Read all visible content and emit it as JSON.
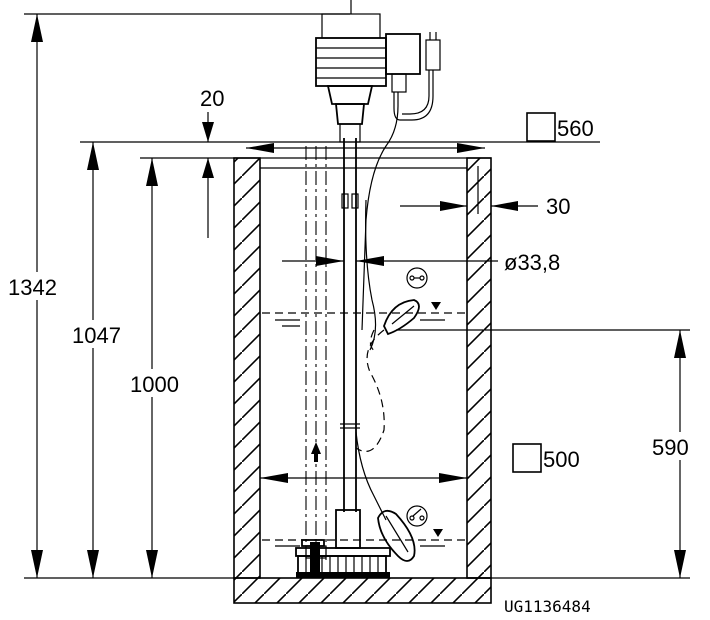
{
  "dimensions": {
    "overall_height": "1342",
    "tank_height": "1047",
    "inner_height": "1000",
    "cover_offset": "20",
    "wall_thickness": "30",
    "pipe_diameter": "ø33,8",
    "float_travel": "590",
    "outer_square": "560",
    "inner_square": "500"
  },
  "drawing_code": "UG1136484"
}
